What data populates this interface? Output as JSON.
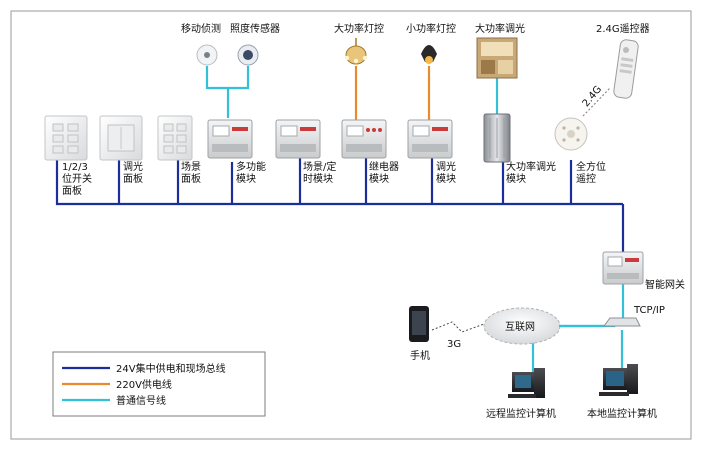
{
  "colors": {
    "bus_24v": "#1c2d9c",
    "power_220v": "#ea8a2e",
    "signal": "#33c1d9",
    "frame": "#9a9a9a"
  },
  "devices": {
    "switch_panel": "1/2/3\n位开关\n面板",
    "dimmer_panel": "调光\n面板",
    "scene_panel": "场景\n面板",
    "multifunction_module": "多功能\n模块",
    "scene_timer_module": "场景/定\n时模块",
    "relay_module": "继电器\n模块",
    "dimmer_module": "调光\n模块",
    "high_power_dimmer_module": "大功率调光\n模块",
    "omni_remote": "全方位\n遥控",
    "gateway": "智能网关"
  },
  "top_labels": {
    "motion": "移动侦测",
    "lux": "照度传感器",
    "high_power_lamp": "大功率灯控",
    "low_power_lamp": "小功率灯控",
    "high_power_dim": "大功率调光",
    "remote": "2.4G遥控器",
    "wireless": "2.4G"
  },
  "network": {
    "internet": "互联网",
    "tcpip": "TCP/IP",
    "g3": "3G",
    "phone": "手机",
    "remote_pc": "远程监控计算机",
    "local_pc": "本地监控计算机"
  },
  "legend": [
    {
      "text": "24V集中供电和现场总线",
      "color": "#1c2d9c"
    },
    {
      "text": "220V供电线",
      "color": "#ea8a2e"
    },
    {
      "text": "普通信号线",
      "color": "#33c1d9"
    }
  ]
}
